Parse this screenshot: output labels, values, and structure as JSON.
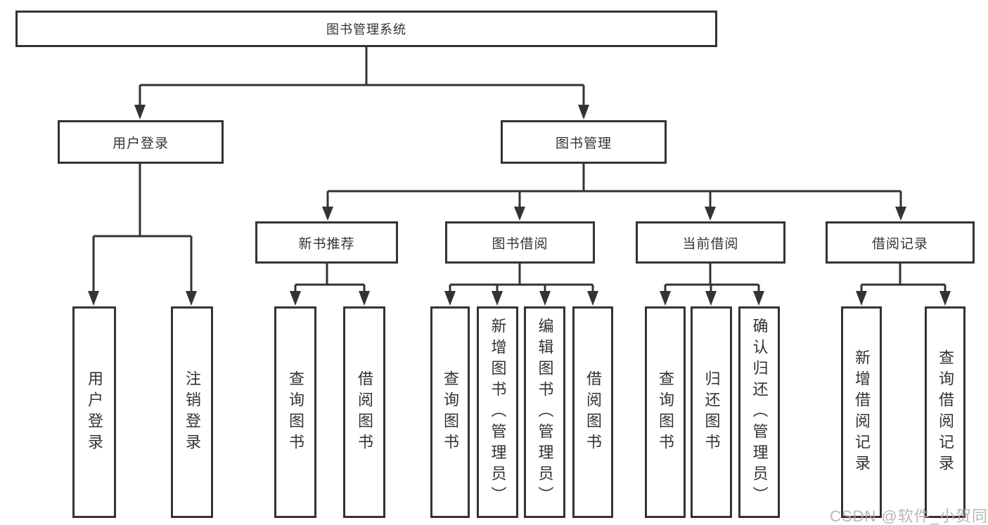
{
  "diagram": {
    "root": {
      "label": "图书管理系统"
    },
    "branches": [
      {
        "label": "用户登录",
        "children": [
          {
            "label": "用户登录"
          },
          {
            "label": "注销登录"
          }
        ]
      },
      {
        "label": "图书管理",
        "children": [
          {
            "label": "新书推荐",
            "children": [
              {
                "label": "查询图书"
              },
              {
                "label": "借阅图书"
              }
            ]
          },
          {
            "label": "图书借阅",
            "children": [
              {
                "label": "查询图书"
              },
              {
                "label": "新增图书（管理员）"
              },
              {
                "label": "编辑图书（管理员）"
              },
              {
                "label": "借阅图书"
              }
            ]
          },
          {
            "label": "当前借阅",
            "children": [
              {
                "label": "查询图书"
              },
              {
                "label": "归还图书"
              },
              {
                "label": "确认归还（管理员）"
              }
            ]
          },
          {
            "label": "借阅记录",
            "children": [
              {
                "label": "新增借阅记录"
              },
              {
                "label": "查询借阅记录"
              }
            ]
          }
        ]
      }
    ]
  },
  "colors": {
    "line": "#333333",
    "box_border": "#333333",
    "text": "#333333",
    "watermark": "#afafaf"
  },
  "watermark": "CSDN @软件_小贺同学"
}
